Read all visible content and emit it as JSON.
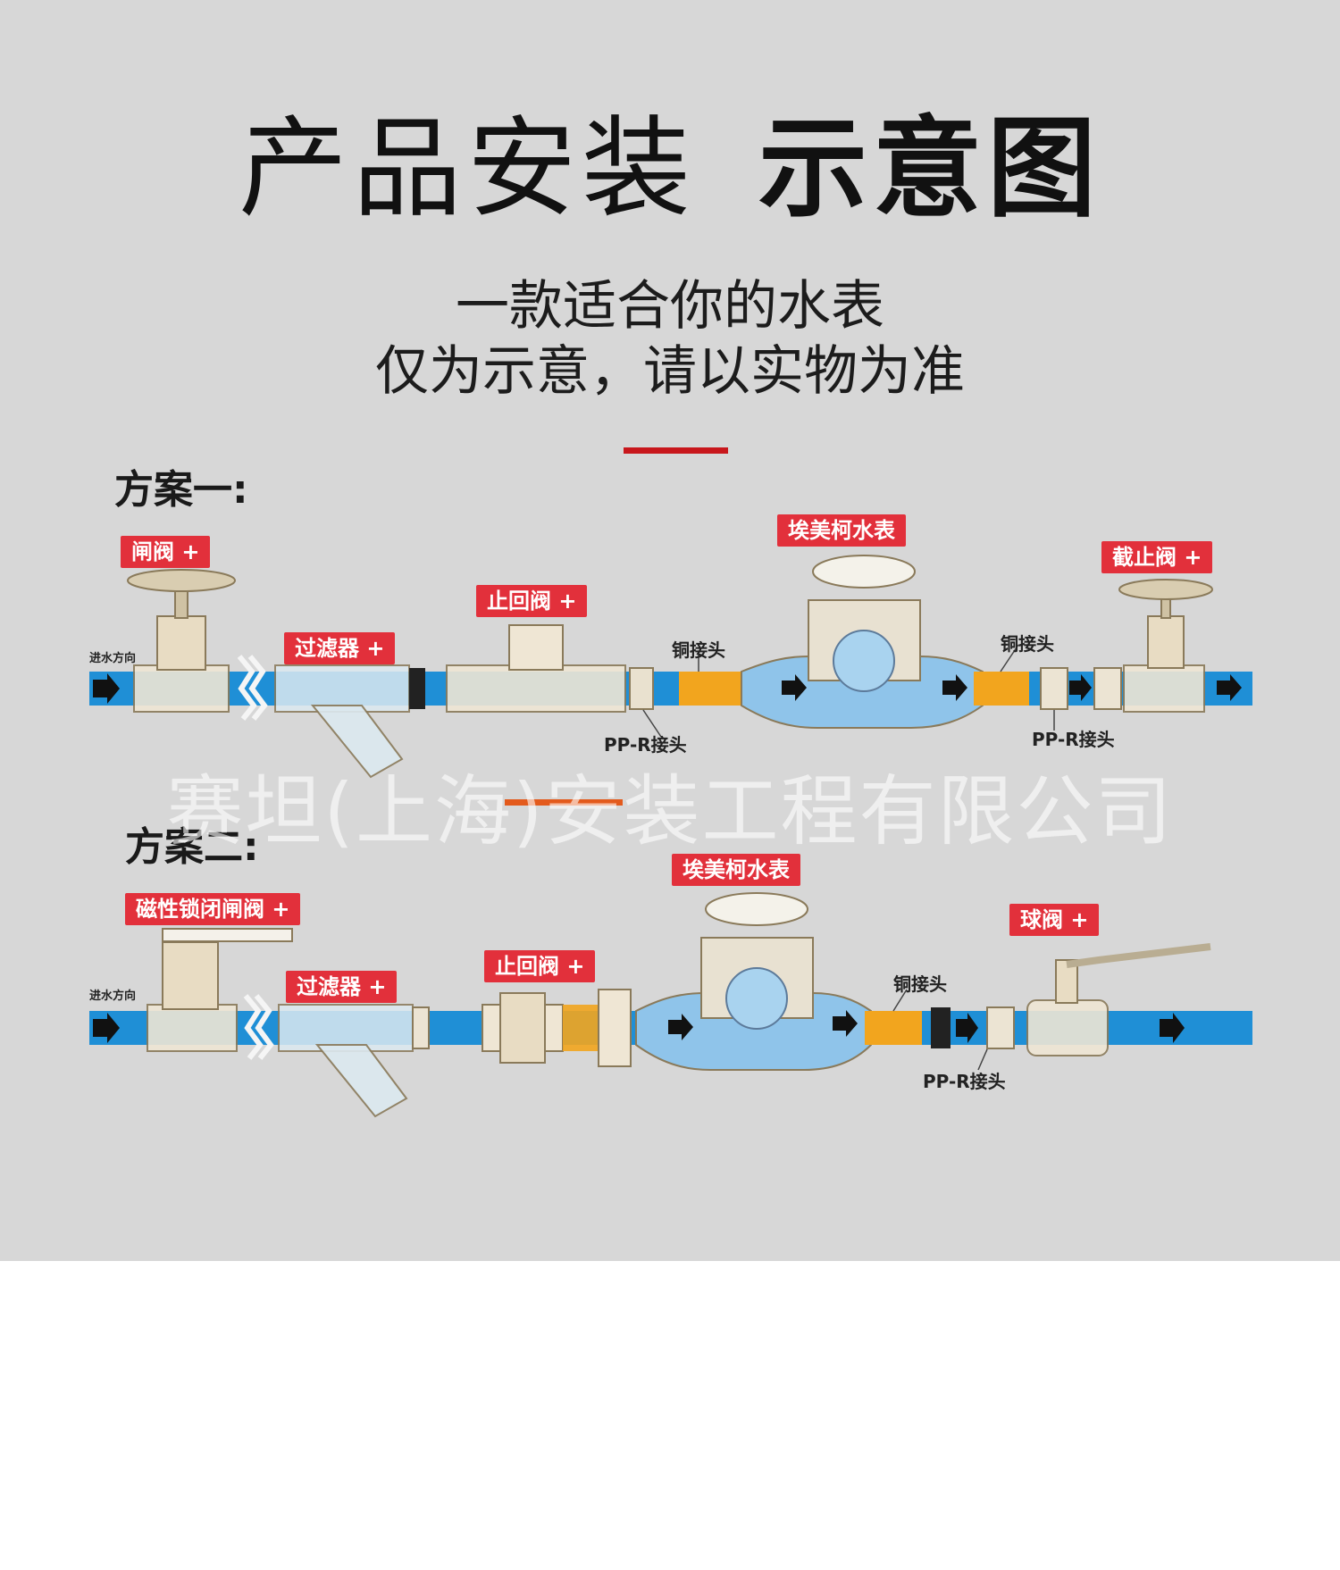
{
  "title": {
    "part1": "产品安装",
    "part2": "示意图"
  },
  "subtitle": {
    "line1": "一款适合你的水表",
    "line2": "仅为示意，请以实物为准"
  },
  "scheme1": {
    "label": "方案一:",
    "inlet_note": "进水方向",
    "tags": {
      "gate_valve": "闸阀 +",
      "filter": "过滤器 +",
      "check_valve": "止回阀 +",
      "meter": "埃美柯水表",
      "stop_valve": "截止阀 +"
    },
    "notes": {
      "copper_joint_1": "铜接头",
      "copper_joint_2": "铜接头",
      "ppr_joint_1": "PP-R接头",
      "ppr_joint_2": "PP-R接头"
    }
  },
  "scheme2": {
    "label": "方案二:",
    "inlet_note": "进水方向",
    "tags": {
      "magnetic_valve": "磁性锁闭闸阀 +",
      "filter": "过滤器 +",
      "check_valve": "止回阀 +",
      "meter": "埃美柯水表",
      "ball_valve": "球阀  +"
    },
    "notes": {
      "copper_joint": "铜接头",
      "ppr_joint": "PP-R接头"
    }
  },
  "watermark": "赛坦(上海)安装工程有限公司",
  "colors": {
    "panel_bg": "#d7d7d7",
    "tag_red": "#e2303b",
    "pipe_blue": "#1f8fd6",
    "fitting_orange": "#f2a51e",
    "rule_red": "#c8171c",
    "rule_orange": "#e35a1c"
  }
}
